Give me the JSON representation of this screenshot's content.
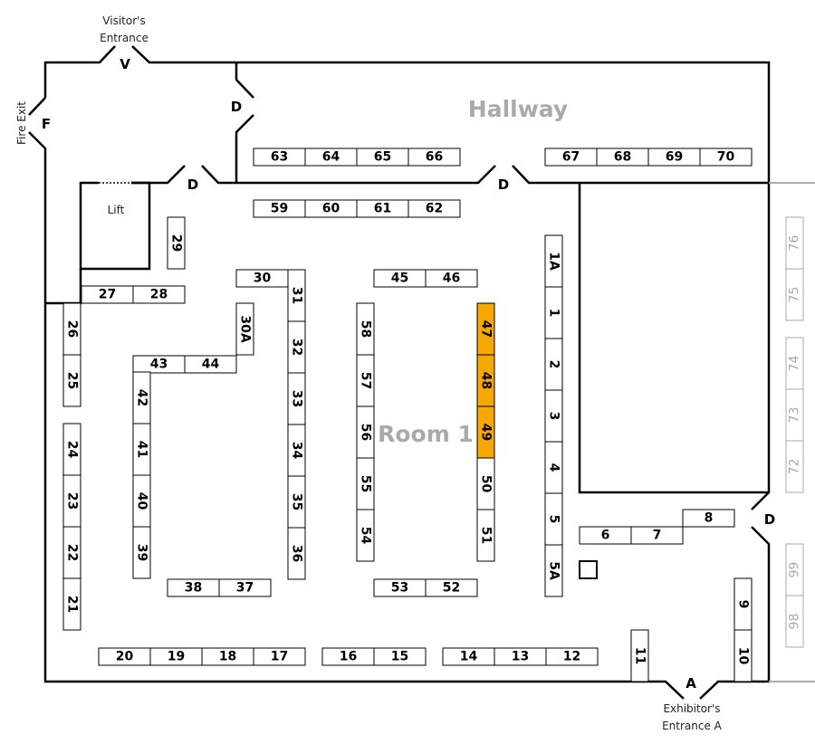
{
  "map": {
    "hallway_label": "Hallway",
    "room_label": "Room 1",
    "lift_label": "Lift",
    "visitor_entrance": {
      "line1": "Visitor's",
      "line2": "Entrance",
      "marker": "V"
    },
    "fire_exit": {
      "label": "Fire Exit",
      "marker": "F"
    },
    "exhibitor_entrance": {
      "line1": "Exhibitor's",
      "line2": "Entrance A",
      "marker": "A"
    },
    "door_marker": "D",
    "highlight_color": "#f7a800",
    "highlighted_booths": [
      "47",
      "48",
      "49"
    ],
    "booths": [
      "63",
      "64",
      "65",
      "66",
      "67",
      "68",
      "69",
      "70",
      "59",
      "60",
      "61",
      "62",
      "45",
      "46",
      "30",
      "27",
      "28",
      "43",
      "44",
      "38",
      "37",
      "53",
      "52",
      "20",
      "19",
      "18",
      "17",
      "16",
      "15",
      "14",
      "13",
      "12",
      "6",
      "7",
      "8",
      "29",
      "31",
      "32",
      "33",
      "34",
      "35",
      "36",
      "30A",
      "58",
      "57",
      "56",
      "55",
      "54",
      "47",
      "48",
      "49",
      "50",
      "51",
      "1A",
      "1",
      "2",
      "3",
      "4",
      "5",
      "5A",
      "26",
      "25",
      "24",
      "23",
      "22",
      "21",
      "42",
      "41",
      "40",
      "39",
      "11",
      "9",
      "10"
    ],
    "outside_booths": [
      "76",
      "75",
      "74",
      "73",
      "72",
      "99",
      "98"
    ]
  }
}
